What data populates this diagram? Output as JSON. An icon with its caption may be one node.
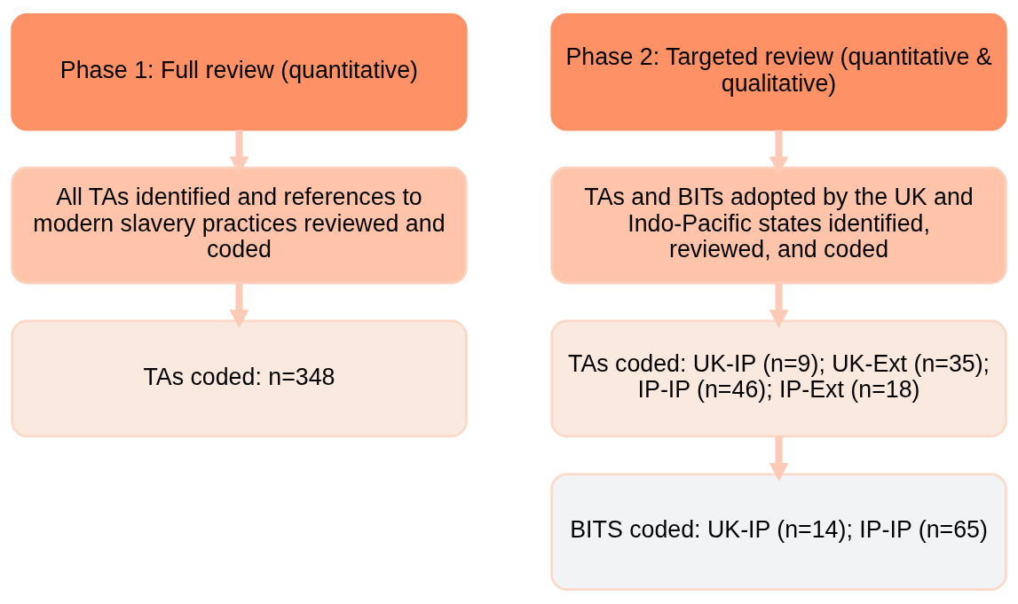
{
  "diagram": {
    "nodes": [
      {
        "text": [
          "Phase 1: Full review (quantitative)"
        ]
      },
      {
        "text": [
          "All TAs identified and references to modern slavery practices reviewed and coded"
        ]
      },
      {
        "text": [
          "TAs coded: n=348"
        ]
      },
      {
        "text": [
          "Phase 2: Targeted review (quantitative & qualitative)"
        ]
      },
      {
        "text": [
          "TAs and BITs adopted by the UK and Indo-Pacific states identified, reviewed, and coded"
        ]
      },
      {
        "text": [
          "TAs coded: UK-IP (n=9); UK-Ext (n=35); IP-IP (n=46); IP-Ext (n=18)"
        ]
      },
      {
        "text": [
          "BITS coded: UK-IP (n=14); IP-IP (n=65)"
        ]
      }
    ],
    "edges": [
      {
        "from": 0,
        "to": 1,
        "arrow": "to"
      },
      {
        "from": 1,
        "to": 2,
        "arrow": "to"
      },
      {
        "from": 3,
        "to": 4,
        "arrow": "to"
      },
      {
        "from": 4,
        "to": 5,
        "arrow": "to"
      },
      {
        "from": 5,
        "to": 6,
        "arrow": "to"
      }
    ]
  }
}
